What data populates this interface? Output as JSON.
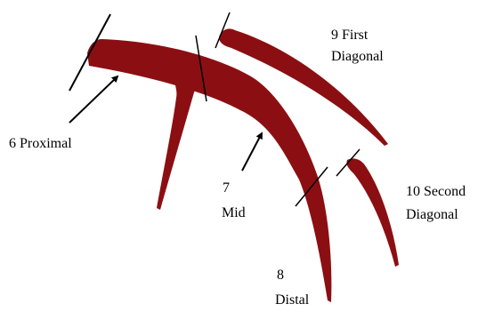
{
  "colors": {
    "vessel": "#8b0f12",
    "line": "#000000",
    "background": "#ffffff"
  },
  "labels": {
    "seg6": "6 Proximal",
    "seg7_num": "7",
    "seg7_name": "Mid",
    "seg8_num": "8",
    "seg8_name": "Distal",
    "seg9_line1": "9 First",
    "seg9_line2": "Diagonal",
    "seg10_line1": "10 Second",
    "seg10_line2": "Diagonal"
  }
}
